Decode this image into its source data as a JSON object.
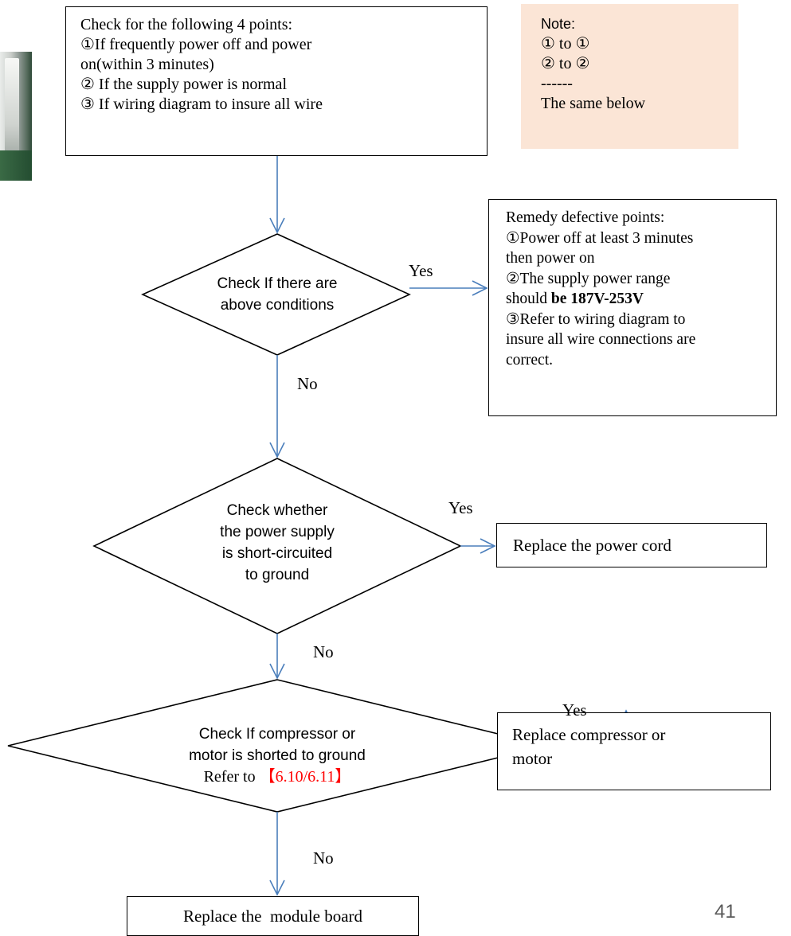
{
  "check_box": {
    "lines": [
      "Check for the following 4 points:",
      "①If frequently power off and power",
      "on(within 3 minutes)",
      "② If the supply power is normal",
      "③ If wiring diagram to insure all wire"
    ]
  },
  "note": {
    "title": "Note:",
    "lines": [
      "① to ①",
      "② to ②",
      "------",
      "The same below"
    ]
  },
  "decision1": {
    "lines": [
      "Check If there are",
      "above conditions"
    ]
  },
  "remedy": {
    "lines": [
      "Remedy defective points:",
      "①Power off at least 3 minutes",
      "then power on",
      "②The supply power range"
    ],
    "range_prefix": "should ",
    "range_bold": "be 187V-253V",
    "lines2": [
      "③Refer to wiring diagram to",
      "insure all wire connections are",
      "correct."
    ]
  },
  "decision2": {
    "lines": [
      "Check whether",
      "the power supply",
      "is short-circuited",
      "to ground"
    ]
  },
  "replace_cord": "Replace the power cord",
  "decision3": {
    "lines": [
      "Check If compressor or",
      "motor is shorted to ground"
    ],
    "refer_prefix": "Refer to ",
    "refer_ref": "【6.10/6.11】"
  },
  "replace_compressor": {
    "lines": [
      "Replace compressor or",
      "motor"
    ]
  },
  "replace_module": "Replace the  module board",
  "labels": {
    "yes1": "Yes",
    "no1": "No",
    "yes2": "Yes",
    "no2": "No",
    "yes3": "Yes",
    "no3": "No"
  },
  "page_number": "41",
  "colors": {
    "arrow": "#4a7ebb",
    "note_bg": "#fbe5d6",
    "reference": "#ff0000"
  }
}
